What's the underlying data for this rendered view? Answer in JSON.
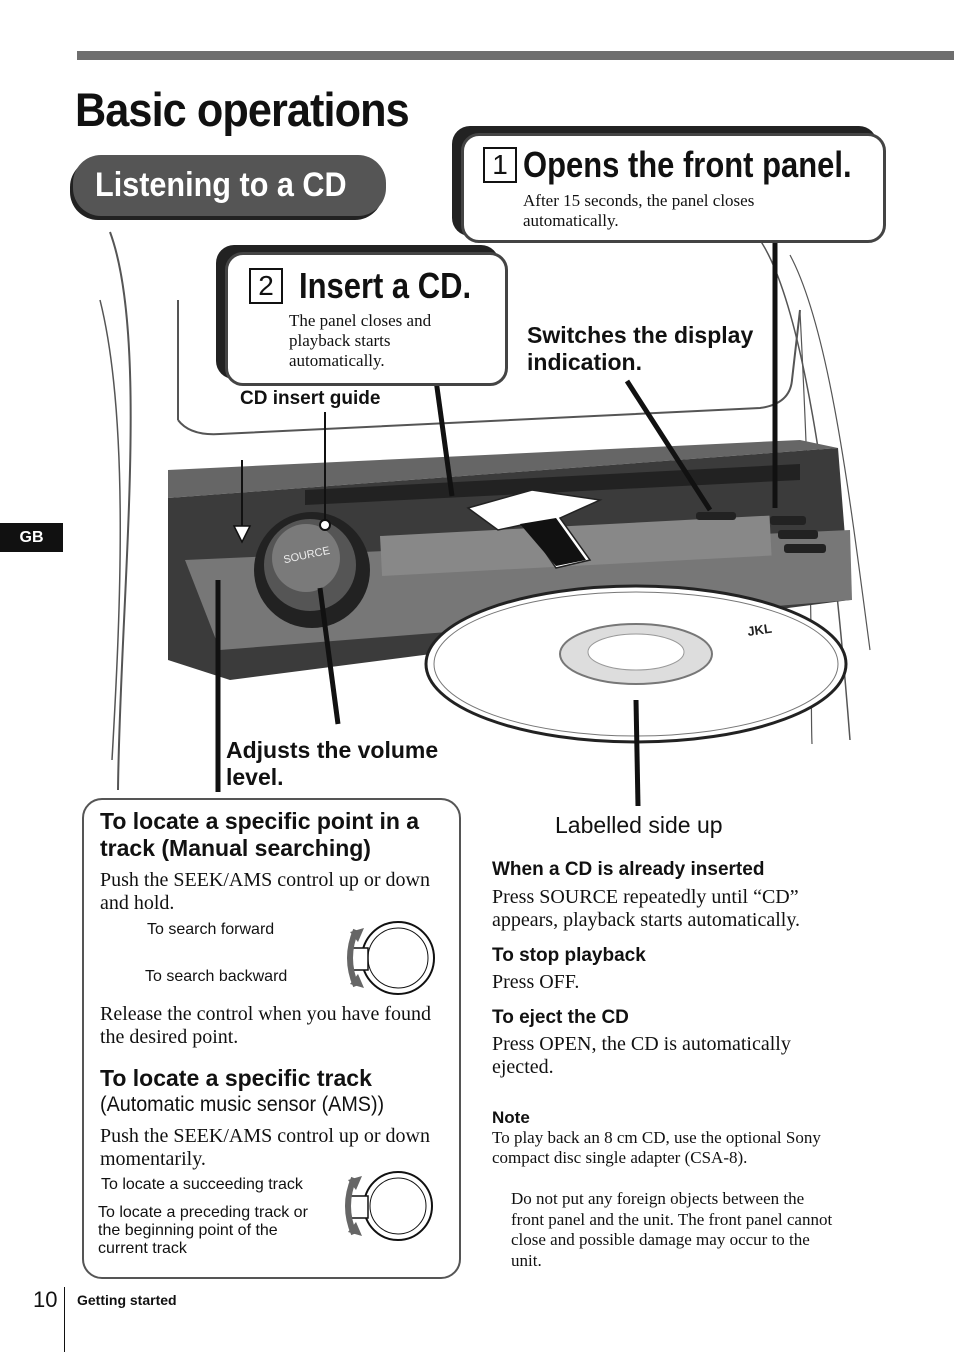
{
  "page": {
    "title": "Basic operations",
    "section": "Listening to a CD",
    "side_tab": "GB",
    "page_number": "10",
    "footer": "Getting started"
  },
  "steps": [
    {
      "number": "1",
      "heading": "Opens the front panel.",
      "text": "After 15 seconds, the panel closes automatically."
    },
    {
      "number": "2",
      "heading": "Insert a CD.",
      "text": "The panel closes and playback starts automatically."
    }
  ],
  "diagram_labels": {
    "cd_insert_guide": "CD insert guide",
    "switches_display": "Switches the display indication.",
    "adjusts_volume": "Adjusts the volume level.",
    "labelled_side_up": "Labelled side up",
    "knob_text": "SOURCE",
    "disc_brand": "JKL"
  },
  "manual_search": {
    "heading": "To locate a specific point in a track (Manual searching)",
    "instruction": "Push the  SEEK/AMS control up or down and hold.",
    "forward": "To search forward",
    "backward": "To search backward",
    "release": "Release the control when you have found the desired point."
  },
  "ams": {
    "heading_main": "To locate a specific track",
    "heading_paren": "(Automatic music sensor (AMS))",
    "instruction": "Push the  SEEK/AMS control up or down momentarily.",
    "succeeding": "To locate a succeeding track",
    "preceding": "To locate a preceding track or the beginning point of the current track"
  },
  "right_column": {
    "already_inserted_head": "When a CD is already inserted",
    "already_inserted_text": "Press SOURCE repeatedly until “CD” appears, playback starts automatically.",
    "stop_head": "To stop playback",
    "stop_text": "Press OFF.",
    "eject_head": "To eject the CD",
    "eject_text": "Press OPEN, the CD is automatically ejected.",
    "note_head": "Note",
    "note_text": "To play back an 8 cm CD, use the optional Sony compact disc single adapter (CSA-8).",
    "warning_text": "Do not put any foreign objects between the front panel and the unit. The front panel cannot close and possible damage may occur to the unit."
  }
}
